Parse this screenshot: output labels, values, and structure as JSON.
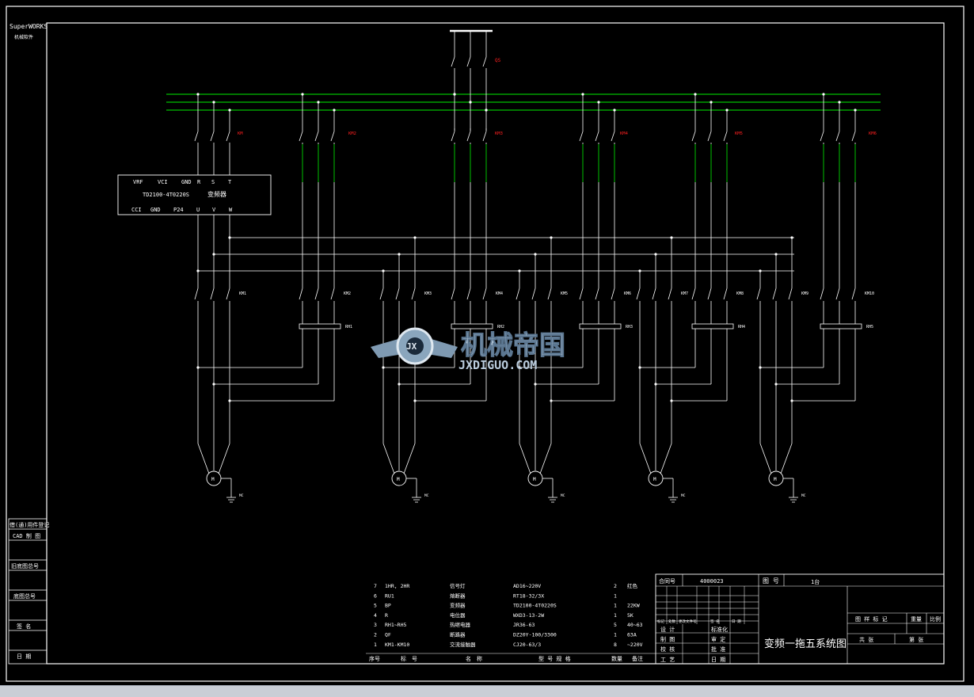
{
  "side_brand": {
    "line1": "SuperWORKS",
    "line2": "机械软件"
  },
  "side_labels": [
    "借(通)用件登记",
    "CAD 制 图",
    "旧底图总号",
    "底图总号",
    "签 名",
    "日 期"
  ],
  "supply_label": "QS",
  "inverter": {
    "top": [
      "VRF",
      "VCI",
      "GND",
      "R",
      "S",
      "T"
    ],
    "model": "TD2100-4T0220S",
    "name": "变频器",
    "bottom": [
      "CCI",
      "GND",
      "P24",
      "U",
      "V",
      "W"
    ]
  },
  "branch_labels": [
    "KM",
    "KM2",
    "KM3",
    "KM4",
    "KM5",
    "KM6"
  ],
  "contactor_labels": [
    "KM1",
    "KM2",
    "KM3",
    "KM4",
    "KM5",
    "KM6",
    "KM7",
    "KM8",
    "KM9",
    "KM10"
  ],
  "relay_labels": [
    "RH1",
    "RH2",
    "RH3",
    "RH4",
    "RH5"
  ],
  "motor_label": "MC",
  "watermark": {
    "cn": "机械帝国",
    "en": "JXDIGUO.COM",
    "badge": "JX"
  },
  "bom": {
    "rows": [
      [
        "7",
        "1HR, 2HR",
        "信号灯",
        "AD16~220V",
        "2",
        "红色"
      ],
      [
        "6",
        "RU1",
        "熔断器",
        "RT18-32/3X",
        "1",
        ""
      ],
      [
        "5",
        "BP",
        "变频器",
        "TD2100-4T0220S",
        "1",
        "22KW"
      ],
      [
        "4",
        "R",
        "电位器",
        "WXD3-13-2W",
        "1",
        "5K"
      ],
      [
        "3",
        "RH1~RH5",
        "热继电器",
        "JR36-63",
        "5",
        "40~63"
      ],
      [
        "2",
        "QF",
        "断路器",
        "DZ20Y-100/3300",
        "1",
        "63A"
      ],
      [
        "1",
        "KM1-KM10",
        "交流接触器",
        "CJ20-63/3",
        "8",
        "~220V"
      ]
    ],
    "header": [
      "序号",
      "标　号",
      "名　称",
      "型 号 规 格",
      "数量",
      "备注"
    ]
  },
  "title_block": {
    "contract_label": "合同号",
    "contract_no": "4000023",
    "fig_label": "图 号",
    "fig_no": "1台",
    "rows_left": [
      [
        "设 计",
        "标准化"
      ],
      [
        "制 图",
        "审 定"
      ],
      [
        "校 核",
        "批 准"
      ],
      [
        "工 艺",
        "日 期"
      ]
    ],
    "change_header": [
      "标记",
      "处数",
      "更改文件号",
      "签 名",
      "日 期"
    ],
    "title": "变频一拖五系统图",
    "right_header": [
      "图 样 标 记",
      "重量",
      "比例"
    ],
    "sheet": [
      "共 张",
      "第 张"
    ]
  },
  "colors": {
    "line": "#ffffff",
    "bus": "#00c000",
    "label": "#ff2020",
    "frame": "#ffffff"
  }
}
